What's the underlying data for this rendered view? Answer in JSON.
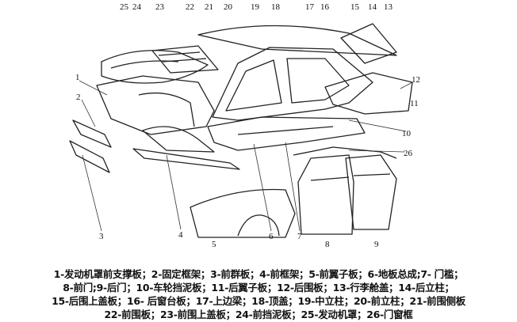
{
  "labels": [
    "1",
    "2",
    "3",
    "4",
    "5",
    "6",
    "7",
    "8",
    "9",
    "10",
    "11",
    "12",
    "13",
    "14",
    "15",
    "16",
    "17",
    "18",
    "19",
    "20",
    "21",
    "22",
    "23",
    "24",
    "25",
    "26"
  ],
  "caption_lines": [
    "1-发动机罩前支撑板；2-固定框架；3-前群板；4-前框架；5-前翼子板；6-地板总成;7- 门槛；",
    "8-前门;9-后门；10-车轮挡泥板；11-后翼子板；12-后围板；13-行李舱盖；14-后立柱；",
    "15-后围上盖板；16- 后窗台板；17-上边梁；18-顶盖；19-中立柱；20-前立柱；21-前围侧板",
    "22-前围板；23-前围上盖板；24-前挡泥板；25-发动机罩；26-门窗框"
  ]
}
